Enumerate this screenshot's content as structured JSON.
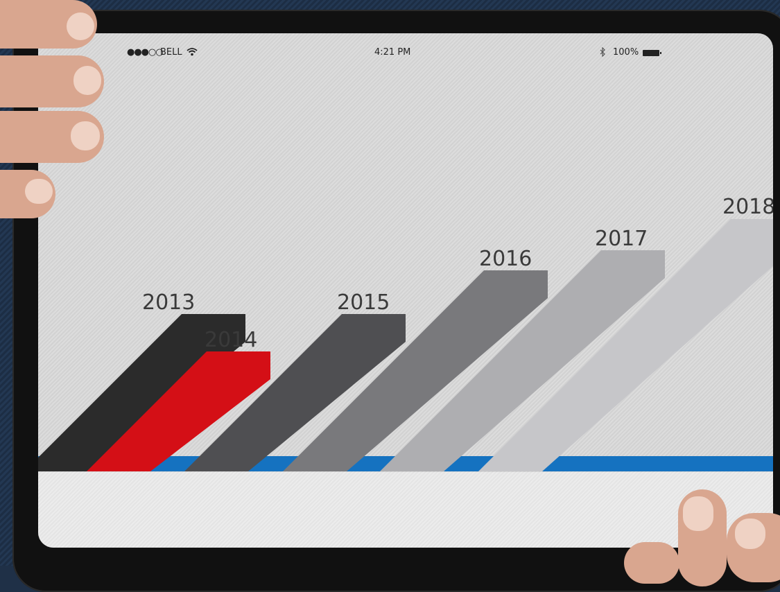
{
  "status_bar": {
    "signal": "●●●○○",
    "carrier": "BELL",
    "wifi_icon": "wifi-icon",
    "time": "4:21 PM",
    "bluetooth_icon": "bluetooth-icon",
    "battery": "100%"
  },
  "timeline": {
    "years": [
      "2013",
      "2014",
      "2015",
      "2016",
      "2017",
      "2018"
    ],
    "colors": [
      "#2b2b2b",
      "#d40f16",
      "#4f4f52",
      "#79797c",
      "#aeaeb1",
      "#c6c6c9"
    ],
    "base_line_color": "#1572c0"
  }
}
